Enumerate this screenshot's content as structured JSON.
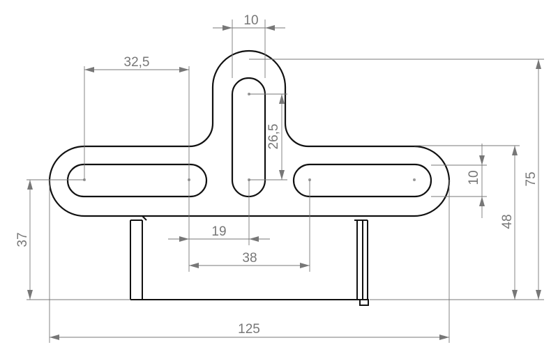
{
  "dimensions": {
    "slot_width_top": "10",
    "left_offset": "32,5",
    "vertical_slot_length": "26,5",
    "slot_width_right": "10",
    "total_height": "75",
    "arm_height": "48",
    "left_height": "37",
    "half_spacing": "19",
    "slot_spacing": "38",
    "total_width": "125"
  }
}
